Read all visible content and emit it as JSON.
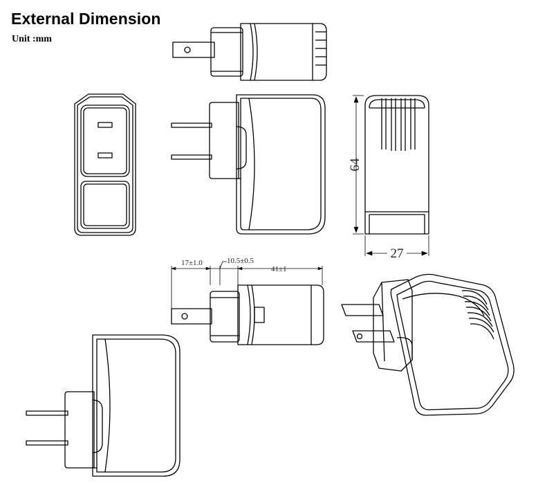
{
  "title": "External Dimension",
  "unit_label": "Unit :mm",
  "dimensions": {
    "height": "64",
    "depth": "27",
    "prong_length": "17±1.0",
    "gap": "10.5±0.5",
    "body_width": "41±1"
  },
  "colors": {
    "line": "#000000",
    "background": "#ffffff"
  }
}
